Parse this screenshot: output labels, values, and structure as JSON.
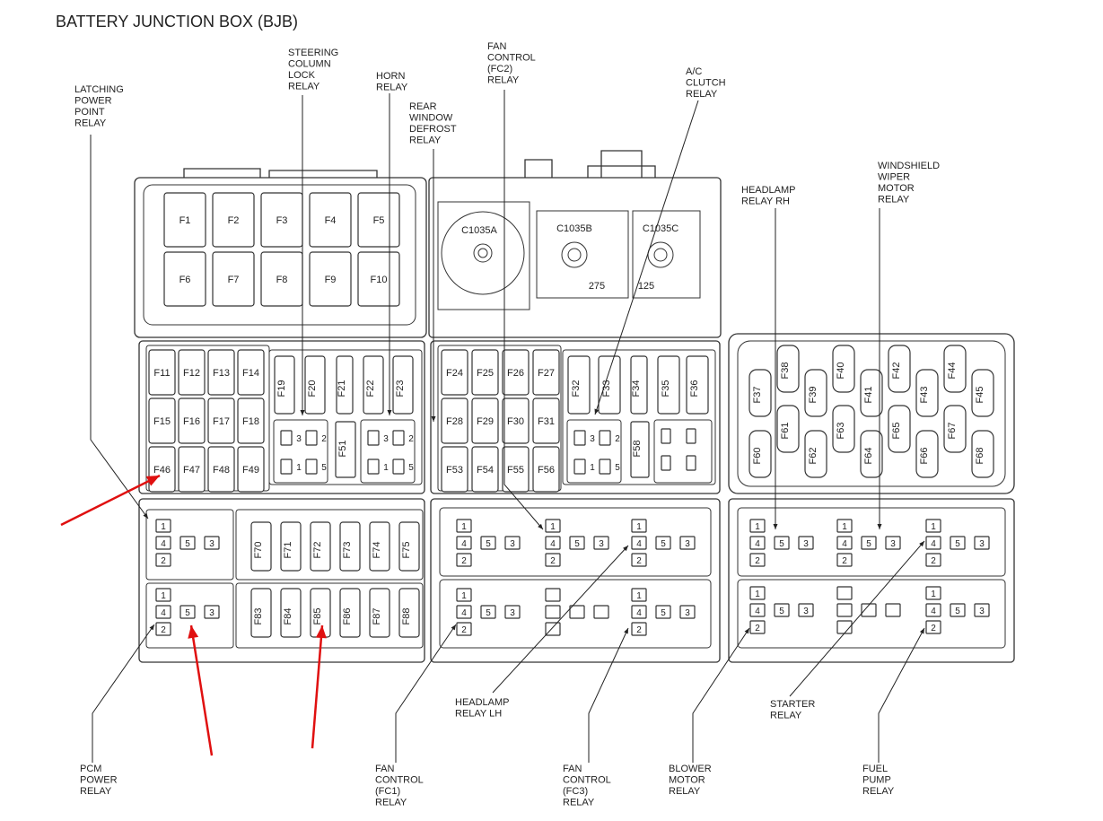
{
  "title": "BATTERY JUNCTION BOX (BJB)",
  "fuses_top": [
    "F1",
    "F2",
    "F3",
    "F4",
    "F5",
    "F6",
    "F7",
    "F8",
    "F9",
    "F10"
  ],
  "fuses_left_mid": [
    "F11",
    "F12",
    "F13",
    "F14",
    "F15",
    "F16",
    "F17",
    "F18",
    "F46",
    "F47",
    "F48",
    "F49"
  ],
  "fuses_vert_a": [
    "F19",
    "F20",
    "F21",
    "F22",
    "F23"
  ],
  "fuse_f51": "F51",
  "fuses_center_mid": [
    "F24",
    "F25",
    "F26",
    "F27",
    "F28",
    "F29",
    "F30",
    "F31",
    "F53",
    "F54",
    "F55",
    "F56"
  ],
  "fuses_vert_b": [
    "F32",
    "F33",
    "F34",
    "F35",
    "F36"
  ],
  "fuse_f58": "F58",
  "fuses_right_top": [
    "F37",
    "F38",
    "F39",
    "F40",
    "F41",
    "F42",
    "F43",
    "F44",
    "F45"
  ],
  "fuses_right_bot": [
    "F60",
    "F61",
    "F62",
    "F63",
    "F64",
    "F65",
    "F66",
    "F67",
    "F68"
  ],
  "fuses_row_f70": [
    "F70",
    "F71",
    "F72",
    "F73",
    "F74",
    "F75"
  ],
  "fuses_row_f83": [
    "F83",
    "F84",
    "F85",
    "F86",
    "F87",
    "F88"
  ],
  "connectors": [
    "C1035A",
    "C1035B",
    "C1035C"
  ],
  "connector_values": [
    "275",
    "125"
  ],
  "pins": [
    "1",
    "2",
    "3",
    "4",
    "5"
  ],
  "labels": {
    "latching": [
      "LATCHING",
      "POWER",
      "POINT",
      "RELAY"
    ],
    "steering": [
      "STEERING",
      "COLUMN",
      "LOCK",
      "RELAY"
    ],
    "horn": [
      "HORN",
      "RELAY"
    ],
    "rear": [
      "REAR",
      "WINDOW",
      "DEFROST",
      "RELAY"
    ],
    "fc2": [
      "FAN",
      "CONTROL",
      "(FC2)",
      "RELAY"
    ],
    "ac": [
      "A/C",
      "CLUTCH",
      "RELAY"
    ],
    "headlamp_rh": [
      "HEADLAMP",
      "RELAY RH"
    ],
    "wiper": [
      "WINDSHIELD",
      "WIPER",
      "MOTOR",
      "RELAY"
    ],
    "pcm": [
      "PCM",
      "POWER",
      "RELAY"
    ],
    "fc1": [
      "FAN",
      "CONTROL",
      "(FC1)",
      "RELAY"
    ],
    "headlamp_lh": [
      "HEADLAMP",
      "RELAY LH"
    ],
    "fc3": [
      "FAN",
      "CONTROL",
      "(FC3)",
      "RELAY"
    ],
    "blower": [
      "BLOWER",
      "MOTOR",
      "RELAY"
    ],
    "starter": [
      "STARTER",
      "RELAY"
    ],
    "fuel": [
      "FUEL",
      "PUMP",
      "RELAY"
    ]
  }
}
